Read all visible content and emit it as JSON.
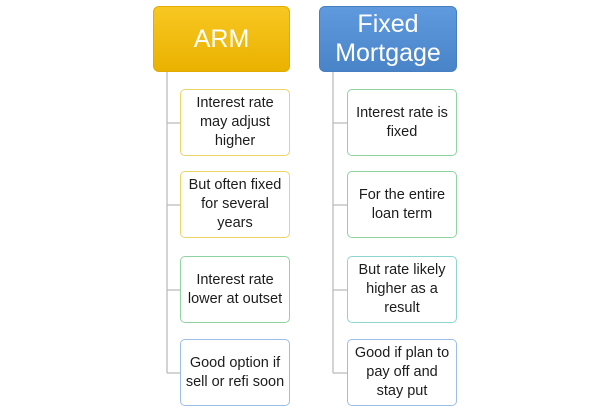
{
  "columns": [
    {
      "id": "arm",
      "header": "ARM",
      "color": "#f2bd0c",
      "items": [
        "Interest rate may adjust higher",
        "But often fixed for several years",
        "Interest rate lower at outset",
        "Good option if sell or refi soon"
      ],
      "item_border_colors": [
        "#ecd566",
        "#ecd566",
        "#8fd3a2",
        "#9cbde6"
      ]
    },
    {
      "id": "fixed",
      "header": "Fixed Mortgage",
      "color": "#5590d6",
      "items": [
        "Interest rate is fixed",
        "For the entire loan term",
        "But rate likely higher as a result",
        "Good if plan to pay off and stay put"
      ],
      "item_border_colors": [
        "#8fd3a2",
        "#8fd3a2",
        "#8ed5d0",
        "#9cbde6"
      ]
    }
  ]
}
